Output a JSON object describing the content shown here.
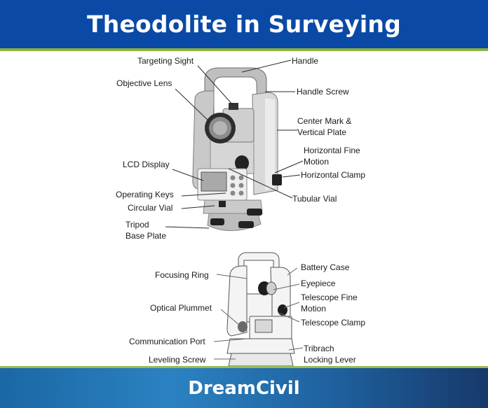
{
  "header": {
    "title": "Theodolite in Surveying",
    "background": "#0a4aa6",
    "accent_line": "#8db33f"
  },
  "footer": {
    "brand": "DreamCivil",
    "background": "#2b82c2"
  },
  "diagram_top": {
    "labels": {
      "targeting_sight": "Targeting Sight",
      "handle": "Handle",
      "objective_lens": "Objective Lens",
      "handle_screw": "Handle Screw",
      "center_mark_1": "Center Mark &",
      "center_mark_2": "Vertical Plate",
      "h_fine_1": "Horizontal Fine",
      "h_fine_2": "Motion",
      "lcd_display": "LCD Display",
      "horizontal_clamp": "Horizontal Clamp",
      "operating_keys": "Operating Keys",
      "tubular_vial": "Tubular Vial",
      "circular_vial": "Circular Vial",
      "tripod_1": "Tripod",
      "tripod_2": "Base Plate"
    }
  },
  "diagram_bottom": {
    "labels": {
      "battery_case": "Battery Case",
      "focusing_ring": "Focusing Ring",
      "eyepiece": "Eyepiece",
      "t_fine_1": "Telescope Fine",
      "t_fine_2": "Motion",
      "optical_plummet": "Optical Plummet",
      "telescope_clamp": "Telescope Clamp",
      "communication_port": "Communication Port",
      "tribrach_1": "Tribrach",
      "tribrach_2": "Locking Lever",
      "leveling_screw": "Leveling Screw"
    }
  }
}
